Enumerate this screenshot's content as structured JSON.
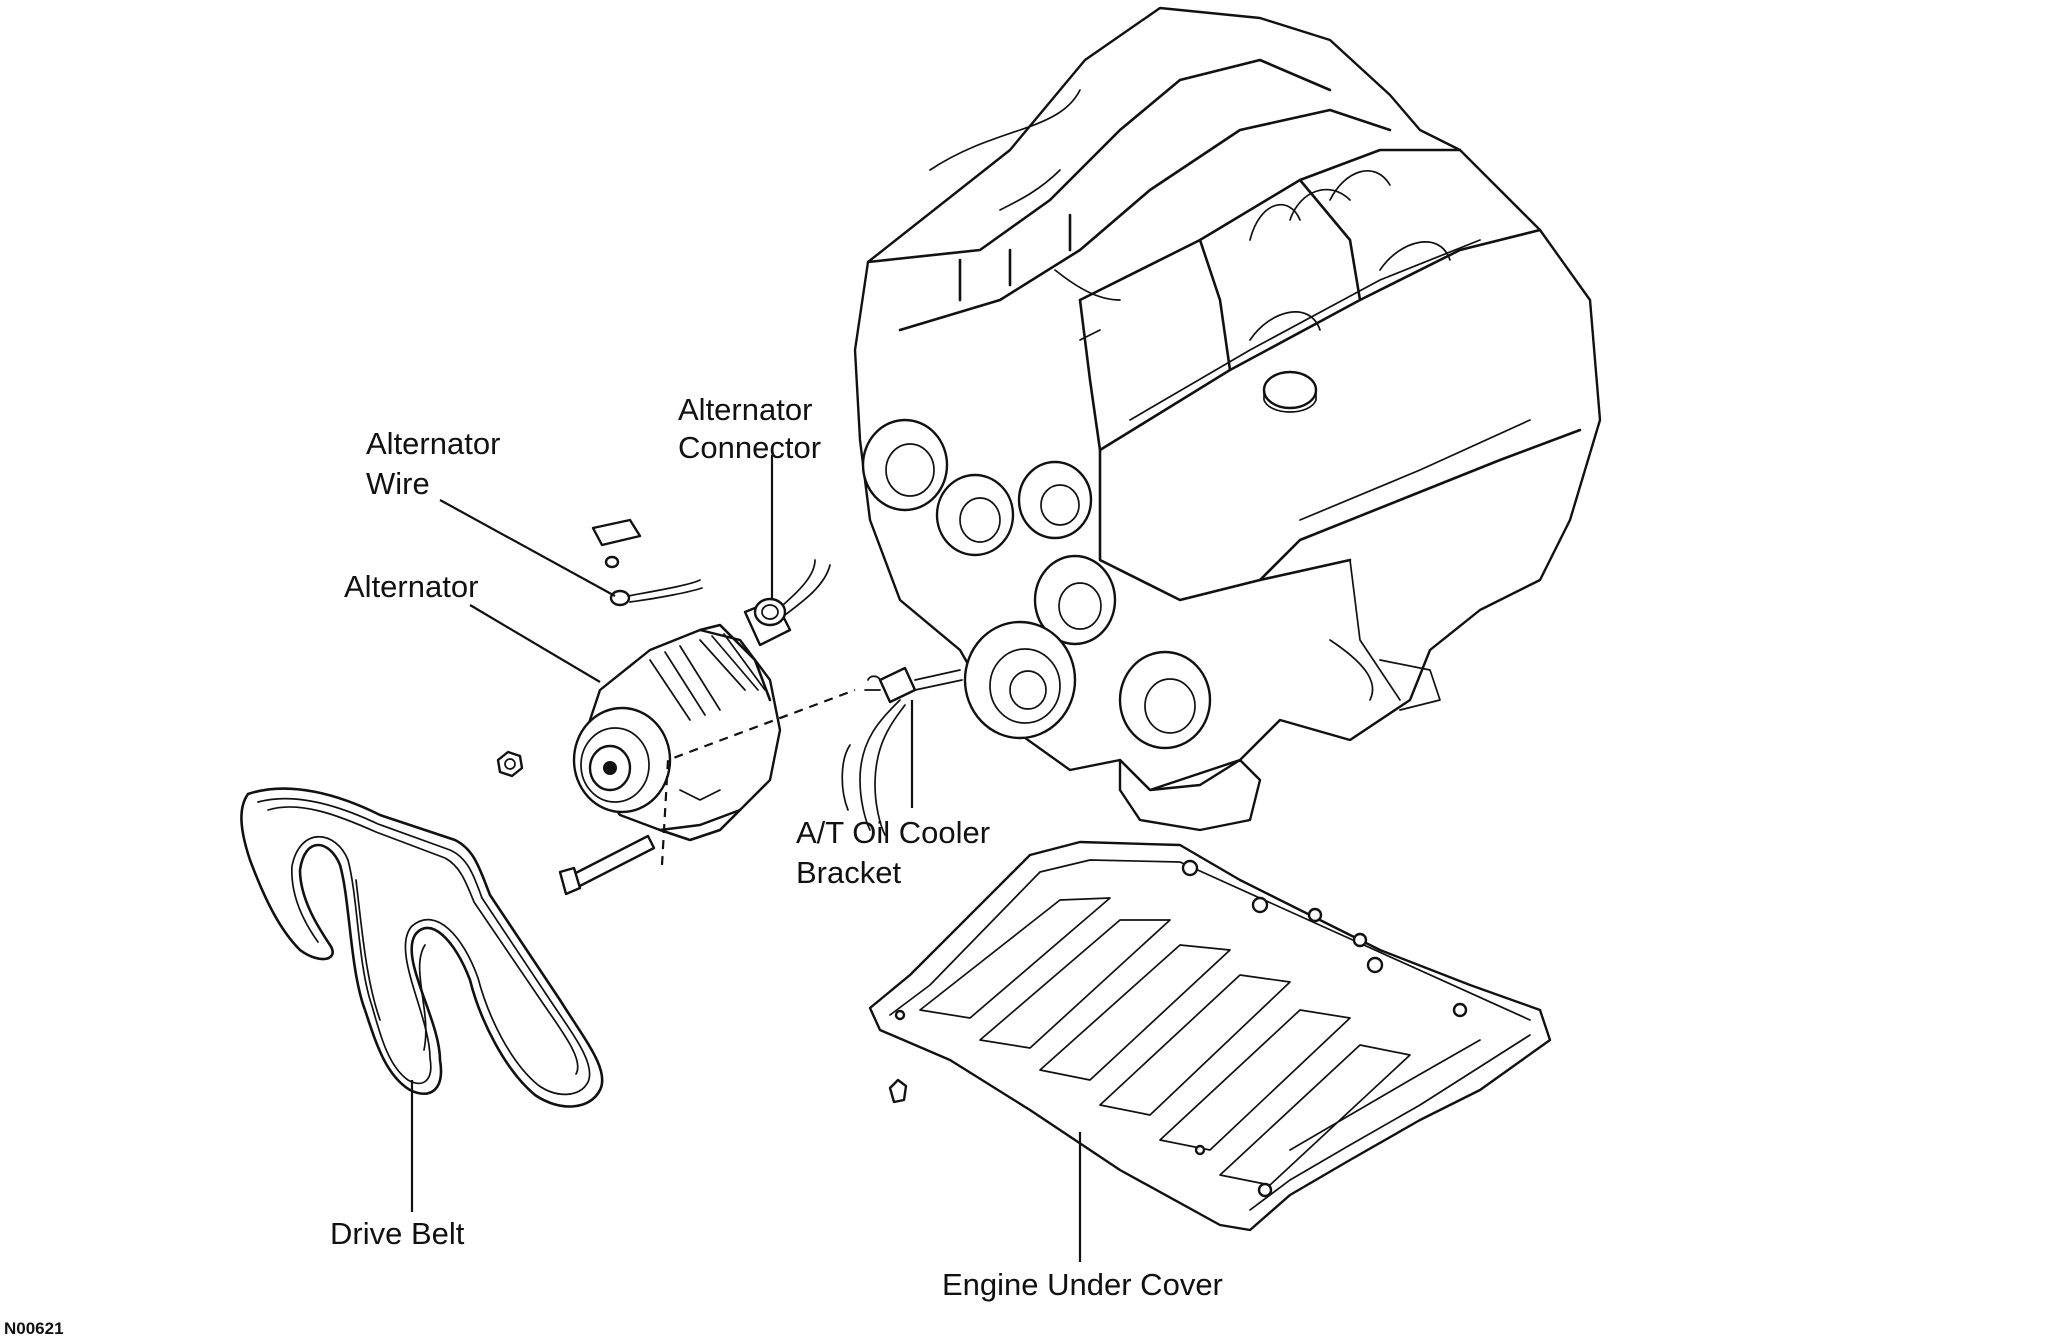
{
  "labels": {
    "alternator_wire": [
      "Alternator",
      "Wire"
    ],
    "alternator_connector": [
      "Alternator",
      "Connector"
    ],
    "alternator": "Alternator",
    "at_oil_cooler_bracket": [
      "A/T Oil Cooler",
      "Bracket"
    ],
    "drive_belt": "Drive Belt",
    "engine_under_cover": "Engine Under Cover"
  },
  "figure_code": "N00621",
  "colors": {
    "line": "#111111",
    "background": "#ffffff"
  }
}
